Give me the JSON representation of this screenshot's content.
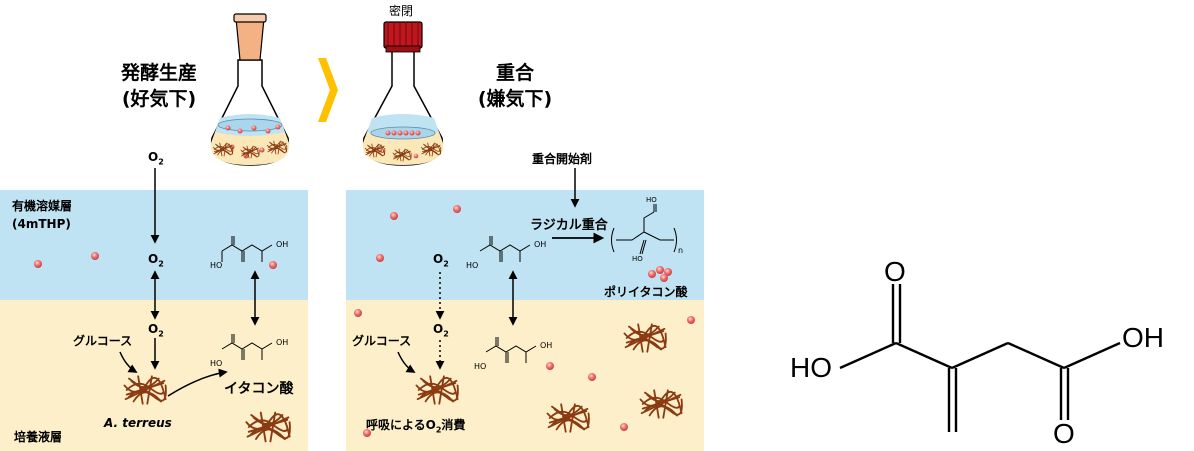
{
  "left": {
    "title_line1": "発酵生産",
    "title_line2": "(好気下)",
    "o2_top": "O",
    "o2_mid": "O",
    "o2_bot": "O",
    "o2_sub": "2",
    "solvent_label_line1": "有機溶媒層",
    "solvent_label_line2": "(4mTHP)",
    "medium_label": "培養液層",
    "glucose": "グルコース",
    "organism": "A. terreus",
    "itaconic": "イタコン酸"
  },
  "right": {
    "seal": "密閉",
    "title_line1": "重合",
    "title_line2": "(嫌気下)",
    "initiator": "重合開始剤",
    "radical": "ラジカル重合",
    "polymer": "ポリイタコン酸",
    "o2": "O",
    "o2_sub": "2",
    "glucose": "グルコース",
    "respiration_pre": "呼吸による",
    "respiration_o": "O",
    "respiration_sub": "2",
    "respiration_post": "消費"
  },
  "structure": {
    "ho": "HO",
    "oh": "OH",
    "o": "O",
    "n": "n"
  },
  "colors": {
    "solvent": "#bfe3f2",
    "medium": "#fdefc9",
    "droplet": "#e8505b",
    "fungus": "#8a3b12",
    "arrow_yellow": "#ffc000",
    "cap_red": "#c0161d",
    "stopper": "#f4b183"
  }
}
